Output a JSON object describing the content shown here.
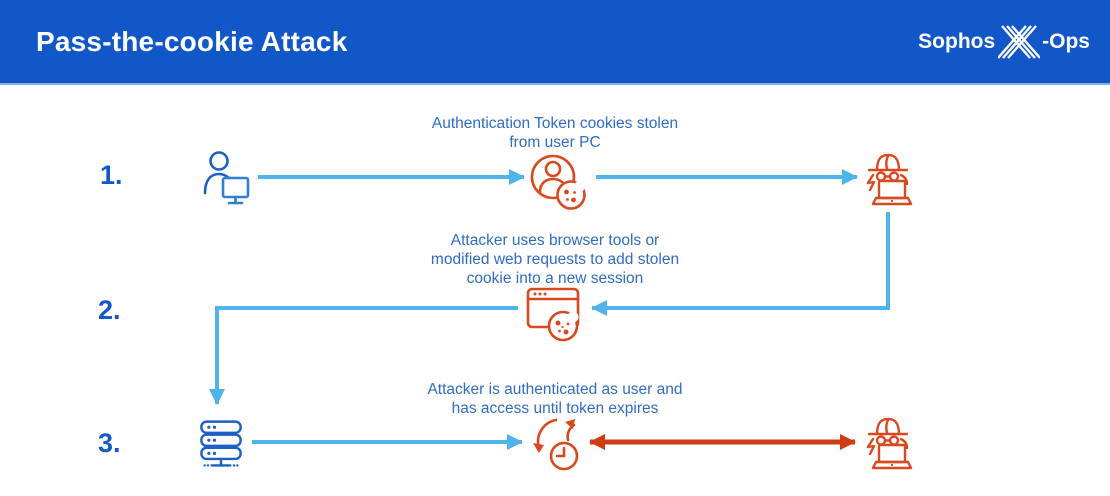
{
  "header": {
    "title": "Pass-the-cookie Attack",
    "logo": {
      "brand": "Sophos",
      "suffix": "-Ops",
      "x_glyph": "x-stripes-icon"
    }
  },
  "colors": {
    "header_blue": "#1257c8",
    "step_number_blue": "#1258c9",
    "caption_blue": "#2f6cc6",
    "icon_dark_blue": "#1e5fc4",
    "monitor_blue": "#2f80d2",
    "flow_light_blue": "#4db5ea",
    "icon_orange": "#d9481f",
    "attack_red": "#ce3c12",
    "background": "#ffffff"
  },
  "steps": [
    {
      "number": "1.",
      "caption": "Authentication Token cookies stolen\nfrom user PC",
      "from_icon": "user-pc-icon",
      "via_icon": "user-cookie-icon",
      "to_icon": "attacker-laptop-icon"
    },
    {
      "number": "2.",
      "caption": "Attacker uses browser tools or\nmodified web requests to add stolen\ncookie into a new session",
      "via_icon": "browser-cookie-icon"
    },
    {
      "number": "3.",
      "caption": "Attacker is authenticated as user and\nhas access until token expires",
      "from_icon": "server-icon",
      "via_icon": "token-expiry-clock-icon",
      "to_icon": "attacker-laptop-icon"
    }
  ]
}
